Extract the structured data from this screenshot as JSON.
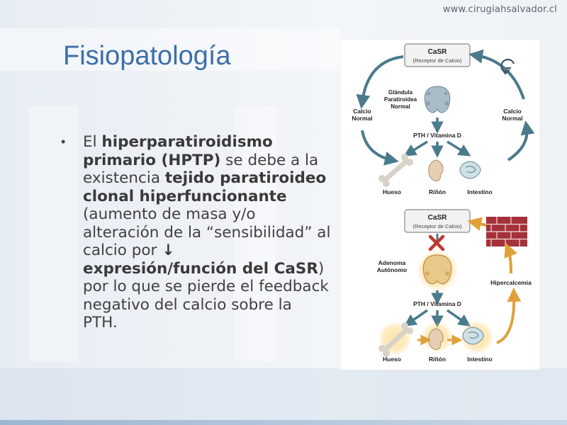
{
  "header": {
    "website": "www.cirugiahsalvador.cl"
  },
  "slide": {
    "title": "Fisiopatología",
    "bullet": "•",
    "body": {
      "t1": "El ",
      "t2": "hiperparatiroidismo primario (HPTP)",
      "t3": " se debe a la existencia ",
      "t4": "tejido paratiroideo clonal hiperfuncionante",
      "t5": " (aumento de masa y/o alteración de la “sensibilidad” al calcio por ",
      "t6": "↓ expresión/función del CaSR",
      "t7": ") por lo que se pierde el feedback negativo del calcio sobre la PTH."
    }
  },
  "diagram": {
    "top": {
      "casr_title": "CaSR",
      "casr_sub": "(Receptor de Calcio)",
      "gland_line1": "Glándula",
      "gland_line2": "Paratiroidea",
      "gland_line3": "Normal",
      "left_line1": "Calcio",
      "left_line2": "Normal",
      "right_line1": "Calcio",
      "right_line2": "Normal",
      "pth": "PTH / Vitamina D",
      "organ1": "Hueso",
      "organ2": "Riñón",
      "organ3": "Intestino"
    },
    "bottom": {
      "casr_title": "CaSR",
      "casr_sub": "(Receptor de Calcio)",
      "adenoma_line1": "Adenoma",
      "adenoma_line2": "Autónomo",
      "hyper": "Hipercalcemia",
      "pth": "PTH / Vitamina D",
      "organ1": "Hueso",
      "organ2": "Riñón",
      "organ3": "Intestino"
    },
    "colors": {
      "arrow_normal": "#4a7a8c",
      "arrow_hyper": "#e0a13a",
      "block_x": "#c0392b",
      "wall": "#a5313a",
      "gland": "#a9bcc8"
    }
  }
}
